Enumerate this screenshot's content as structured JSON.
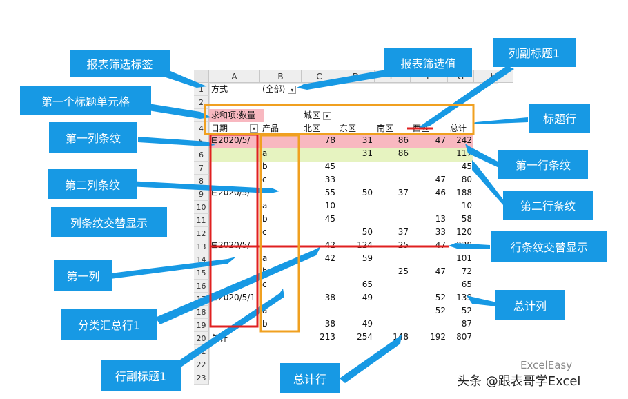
{
  "columns": [
    "A",
    "B",
    "C",
    "D",
    "E",
    "F",
    "G",
    "H"
  ],
  "rows": [
    "1",
    "2",
    "3",
    "4",
    "5",
    "6",
    "7",
    "8",
    "9",
    "10",
    "11",
    "12",
    "13",
    "14",
    "15",
    "16",
    "17",
    "18",
    "19",
    "20",
    "21",
    "22",
    "23"
  ],
  "filter": {
    "label": "方式",
    "value": "(全部)"
  },
  "pivot": {
    "values_label": "求和项:数量",
    "col_field": "城区",
    "row_field_1": "日期",
    "row_field_2": "产品",
    "col_headers": [
      "北区",
      "东区",
      "南区",
      "西区",
      "总计"
    ],
    "data_rows": [
      {
        "date": "⊟2020/5/",
        "product": "",
        "vals": [
          "78",
          "31",
          "86",
          "47",
          "242"
        ]
      },
      {
        "date": "",
        "product": "a",
        "vals": [
          "",
          "31",
          "86",
          "",
          "117"
        ]
      },
      {
        "date": "",
        "product": "b",
        "vals": [
          "45",
          "",
          "",
          "",
          "45"
        ]
      },
      {
        "date": "",
        "product": "c",
        "vals": [
          "33",
          "",
          "",
          "47",
          "80"
        ]
      },
      {
        "date": "⊟2020/5/",
        "product": "",
        "vals": [
          "55",
          "50",
          "37",
          "46",
          "188"
        ]
      },
      {
        "date": "",
        "product": "a",
        "vals": [
          "10",
          "",
          "",
          "",
          "10"
        ]
      },
      {
        "date": "",
        "product": "b",
        "vals": [
          "45",
          "",
          "",
          "13",
          "58"
        ]
      },
      {
        "date": "",
        "product": "c",
        "vals": [
          "",
          "50",
          "37",
          "33",
          "120"
        ]
      },
      {
        "date": "⊟2020/5/",
        "product": "",
        "vals": [
          "42",
          "124",
          "25",
          "47",
          "238"
        ]
      },
      {
        "date": "",
        "product": "a",
        "vals": [
          "42",
          "59",
          "",
          "",
          "101"
        ]
      },
      {
        "date": "",
        "product": "b",
        "vals": [
          "",
          "",
          "25",
          "47",
          "72"
        ]
      },
      {
        "date": "",
        "product": "c",
        "vals": [
          "",
          "65",
          "",
          "",
          "65"
        ]
      },
      {
        "date": "⊟2020/5/1",
        "product": "",
        "vals": [
          "38",
          "49",
          "",
          "52",
          "139"
        ]
      },
      {
        "date": "",
        "product": "a",
        "vals": [
          "",
          "",
          "",
          "52",
          "52"
        ]
      },
      {
        "date": "",
        "product": "b",
        "vals": [
          "38",
          "49",
          "",
          "",
          "87"
        ]
      }
    ],
    "total_label": "总计",
    "totals": [
      "213",
      "254",
      "148",
      "192",
      "807"
    ]
  },
  "callouts": {
    "report_filter_label": "报表筛选标签",
    "report_filter_value": "报表筛选值",
    "col_subheading_1": "列副标题1",
    "first_header_cell": "第一个标题单元格",
    "header_row": "标题行",
    "first_col_stripe": "第一列条纹",
    "first_row_stripe": "第一行条纹",
    "second_col_stripe": "第二列条纹",
    "second_row_stripe": "第二行条纹",
    "col_stripes_alternate": "列条纹交替显示",
    "row_stripes_alternate": "行条纹交替显示",
    "first_column": "第一列",
    "subtotal_row_1": "分类汇总行1",
    "grand_total_col": "总计列",
    "row_subheading_1": "行副标题1",
    "grand_total_row": "总计行"
  },
  "watermark": {
    "brand": "ExcelEasy",
    "text": "头条 @跟表哥学Excel"
  },
  "colors": {
    "callout": "#1799e4",
    "red_box": "#e02020",
    "orange_box": "#f0a020",
    "band1": "#f8b8c0",
    "band2": "#e6f3c0"
  }
}
